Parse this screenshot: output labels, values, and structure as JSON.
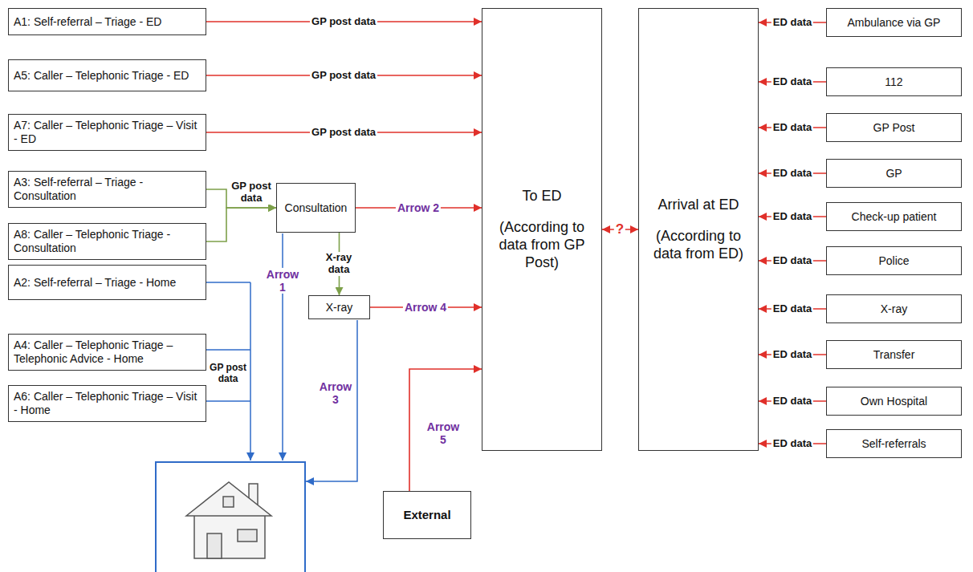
{
  "diagram": {
    "nodes": [
      {
        "text": [
          "A1: Self-referral – Triage - ED"
        ]
      },
      {
        "text": [
          "A5: Caller – Telephonic Triage - ED"
        ]
      },
      {
        "text": [
          "A7: Caller – Telephonic Triage – Visit - ED"
        ]
      },
      {
        "text": [
          "A3: Self-referral – Triage - Consultation"
        ]
      },
      {
        "text": [
          "A8: Caller – Telephonic Triage - Consultation"
        ]
      },
      {
        "text": [
          "A2: Self-referral – Triage - Home"
        ]
      },
      {
        "text": [
          "A4: Caller – Telephonic Triage – Telephonic Advice - Home"
        ]
      },
      {
        "text": [
          "A6: Caller – Telephonic Triage – Visit - Home"
        ]
      },
      {
        "text": [
          "Consultation"
        ]
      },
      {
        "text": [
          "X-ray"
        ]
      },
      {
        "text": [
          "External"
        ]
      },
      {
        "text": [
          "To ED",
          "(According to data from GP Post)"
        ]
      },
      {
        "text": [
          "Arrival at ED",
          "(According to data from ED)"
        ]
      },
      {
        "text": [
          "Ambulance via GP"
        ]
      },
      {
        "text": [
          "112"
        ]
      },
      {
        "text": [
          "GP Post"
        ]
      },
      {
        "text": [
          "GP"
        ]
      },
      {
        "text": [
          "Check-up patient"
        ]
      },
      {
        "text": [
          "Police"
        ]
      },
      {
        "text": [
          "X-ray"
        ]
      },
      {
        "text": [
          "Transfer"
        ]
      },
      {
        "text": [
          "Own Hospital"
        ]
      },
      {
        "text": [
          "Self-referrals"
        ]
      }
    ],
    "edges": [
      {
        "from": 0,
        "to": 11,
        "label": "GP post data",
        "arrow": "to"
      },
      {
        "from": 1,
        "to": 11,
        "label": "GP post data",
        "arrow": "to"
      },
      {
        "from": 2,
        "to": 11,
        "label": "GP post data",
        "arrow": "to"
      },
      {
        "from": 3,
        "to": 8,
        "label": "GP post data",
        "arrow": "to"
      },
      {
        "from": 4,
        "to": 8,
        "arrow": "to"
      },
      {
        "from": 8,
        "to": 9,
        "label": "X-ray data",
        "arrow": "to"
      },
      {
        "from": 8,
        "to": 11,
        "label": "Arrow 2",
        "arrow": "to"
      },
      {
        "from": 9,
        "to": 11,
        "label": "Arrow 4",
        "arrow": "to"
      },
      {
        "from": 10,
        "to": 11,
        "label": "Arrow 5",
        "arrow": "to"
      },
      {
        "from": 11,
        "to": 12,
        "label": "?",
        "arrow": "both"
      },
      {
        "from": 13,
        "to": 12,
        "label": "ED data",
        "arrow": "to"
      },
      {
        "from": 14,
        "to": 12,
        "label": "ED data",
        "arrow": "to"
      },
      {
        "from": 15,
        "to": 12,
        "label": "ED data",
        "arrow": "to"
      },
      {
        "from": 16,
        "to": 12,
        "label": "ED data",
        "arrow": "to"
      },
      {
        "from": 17,
        "to": 12,
        "label": "ED data",
        "arrow": "to"
      },
      {
        "from": 18,
        "to": 12,
        "label": "ED data",
        "arrow": "to"
      },
      {
        "from": 19,
        "to": 12,
        "label": "ED data",
        "arrow": "to"
      },
      {
        "from": 20,
        "to": 12,
        "label": "ED data",
        "arrow": "to"
      },
      {
        "from": 21,
        "to": 12,
        "label": "ED data",
        "arrow": "to"
      },
      {
        "from": 22,
        "to": 12,
        "label": "ED data",
        "arrow": "to"
      }
    ],
    "labels": [
      "GP post data",
      "Arrow 1",
      "Arrow 3"
    ]
  }
}
